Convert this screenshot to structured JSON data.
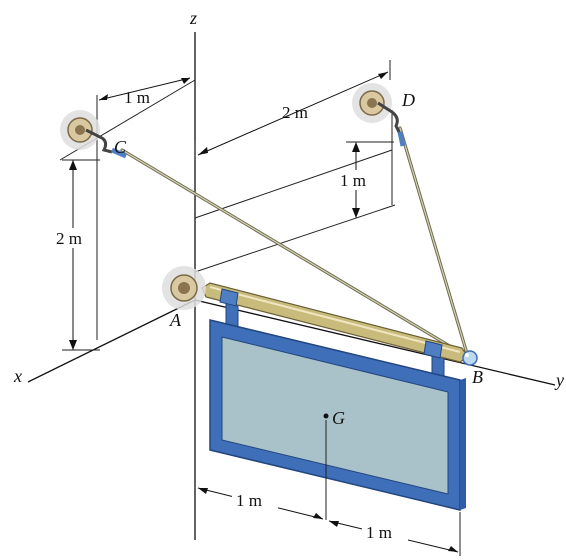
{
  "axes": {
    "x": "x",
    "y": "y",
    "z": "z"
  },
  "points": {
    "A": "A",
    "B": "B",
    "C": "C",
    "D": "D",
    "G": "G"
  },
  "dimensions": {
    "c_to_z": "1 m",
    "d_to_z": "2 m",
    "c_height": "2 m",
    "d_height": "1 m",
    "a_to_g": "1 m",
    "g_to_b": "1 m"
  },
  "colors": {
    "sign_frame": "#3f6fb8",
    "sign_panel": "#a9c2c9",
    "rod": "#c9bb7c",
    "cable": "#8c8a6a",
    "wall_bracket": "#d9c8a0"
  }
}
